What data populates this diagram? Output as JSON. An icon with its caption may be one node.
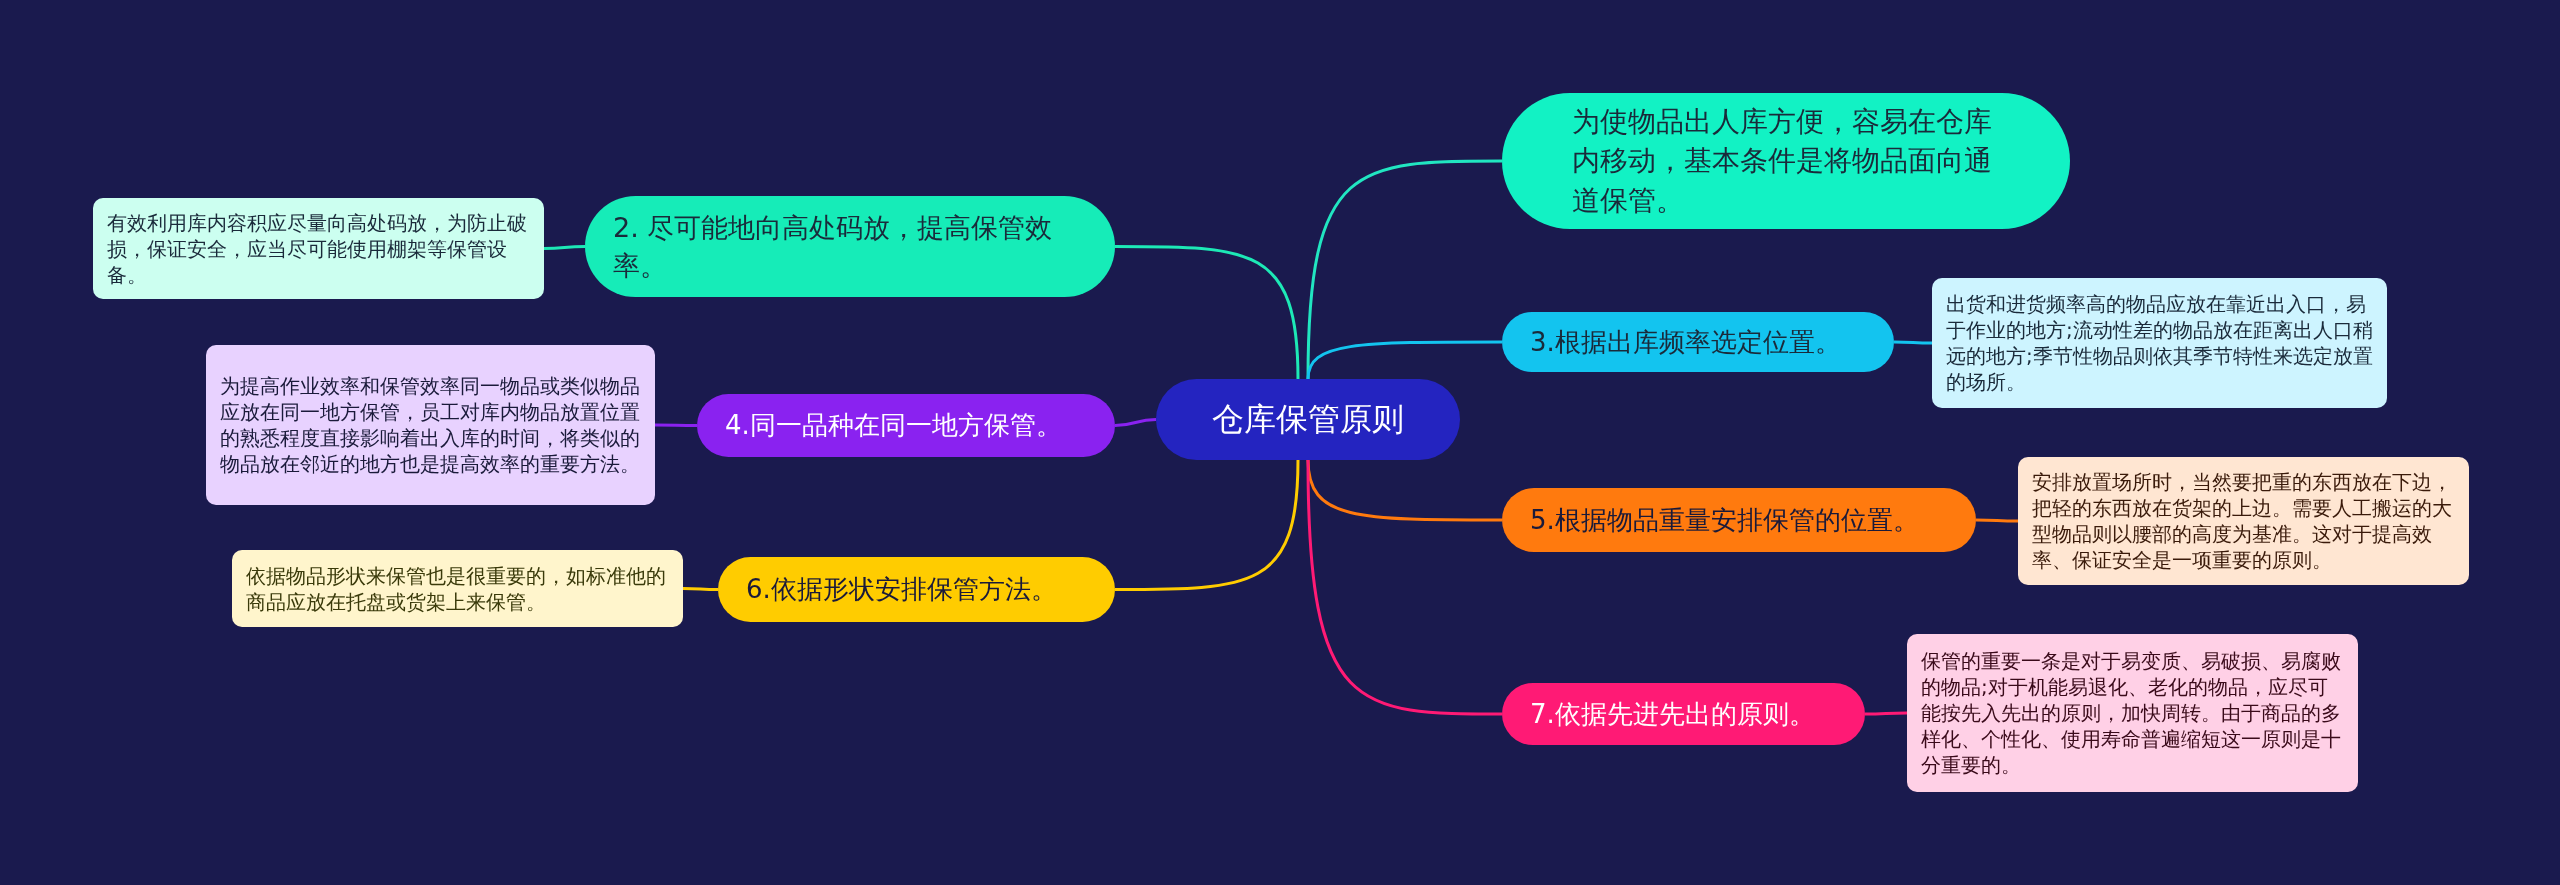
{
  "diagram": {
    "nodes": [
      {
        "text": [
          "仓库保管原则"
        ]
      },
      {
        "text": [
          "为使物品出人库方便，容易在仓库内移动，基本条件是将物品面向通道保管。"
        ]
      },
      {
        "text": [
          "2. 尽可能地向高处码放，提高保管效率。"
        ]
      },
      {
        "text": [
          "有效利用库内容积应尽量向高处码放，为防止破损，保证安全，应当尽可能使用棚架等保管设备。"
        ]
      },
      {
        "text": [
          "3.根据出库频率选定位置。"
        ]
      },
      {
        "text": [
          "出货和进货频率高的物品应放在靠近出入口，易于作业的地方;流动性差的物品放在距离出人口稍远的地方;季节性物品则依其季节特性来选定放置的场所。"
        ]
      },
      {
        "text": [
          "4.同一品种在同一地方保管。"
        ]
      },
      {
        "text": [
          "为提高作业效率和保管效率同一物品或类似物品应放在同一地方保管，员工对库内物品放置位置的熟悉程度直接影响着出入库的时间，将类似的物品放在邻近的地方也是提高效率的重要方法。"
        ]
      },
      {
        "text": [
          "5.根据物品重量安排保管的位置。"
        ]
      },
      {
        "text": [
          "安排放置场所时，当然要把重的东西放在下边，把轻的东西放在货架的上边。需要人工搬运的大型物品则以腰部的高度为基准。这对于提高效率、保证安全是一项重要的原则。"
        ]
      },
      {
        "text": [
          "6.依据形状安排保管方法。"
        ]
      },
      {
        "text": [
          "依据物品形状来保管也是很重要的，如标准他的商品应放在托盘或货架上来保管。"
        ]
      },
      {
        "text": [
          "7.依据先进先出的原则。"
        ]
      },
      {
        "text": [
          "保管的重要一条是对于易变质、易破损、易腐败的物品;对于机能易退化、老化的物品，应尽可能按先入先出的原则，加快周转。由于商品的多样化、个性化、使用寿命普遍缩短这一原则是十分重要的。"
        ]
      }
    ],
    "edges": [
      {
        "from": 0,
        "to": 1,
        "arrow": "none",
        "color": "#21e6c1"
      },
      {
        "from": 0,
        "to": 2,
        "arrow": "none",
        "color": "#1de9b6"
      },
      {
        "from": 2,
        "to": 3,
        "arrow": "none",
        "color": "#1de9b6"
      },
      {
        "from": 0,
        "to": 4,
        "arrow": "none",
        "color": "#13c4ef"
      },
      {
        "from": 4,
        "to": 5,
        "arrow": "none",
        "color": "#13c4ef"
      },
      {
        "from": 0,
        "to": 6,
        "arrow": "none",
        "color": "#8a22f0"
      },
      {
        "from": 6,
        "to": 7,
        "arrow": "none",
        "color": "#8a22f0"
      },
      {
        "from": 0,
        "to": 8,
        "arrow": "none",
        "color": "#ff7a0e"
      },
      {
        "from": 8,
        "to": 9,
        "arrow": "none",
        "color": "#ff7a0e"
      },
      {
        "from": 0,
        "to": 10,
        "arrow": "none",
        "color": "#ffcc00"
      },
      {
        "from": 10,
        "to": 11,
        "arrow": "none",
        "color": "#ffcc00"
      },
      {
        "from": 0,
        "to": 12,
        "arrow": "none",
        "color": "#ff1a75"
      },
      {
        "from": 12,
        "to": 13,
        "arrow": "none",
        "color": "#ff1a75"
      }
    ]
  }
}
